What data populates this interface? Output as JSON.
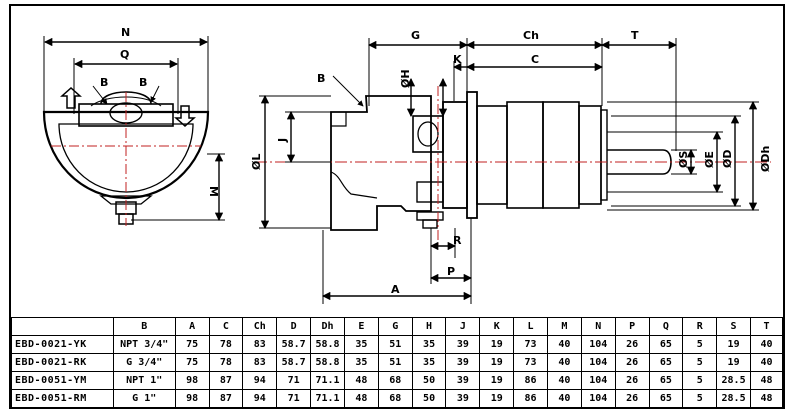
{
  "labels": {
    "N": "N",
    "Q": "Q",
    "B1": "B",
    "B2": "B",
    "B3": "B",
    "M": "M",
    "G": "G",
    "Ch": "Ch",
    "T": "T",
    "K": "K",
    "C": "C",
    "H": "ØH",
    "J": "J",
    "L": "ØL",
    "S": "ØS",
    "E": "ØE",
    "D": "ØD",
    "Dh": "ØDh",
    "R": "R",
    "P": "P",
    "A": "A"
  },
  "table": {
    "headers": [
      "",
      "B",
      "A",
      "C",
      "Ch",
      "D",
      "Dh",
      "E",
      "G",
      "H",
      "J",
      "K",
      "L",
      "M",
      "N",
      "P",
      "Q",
      "R",
      "S",
      "T"
    ],
    "rows": [
      [
        "EBD-0021-YK",
        "NPT 3/4\"",
        "75",
        "78",
        "83",
        "58.7",
        "58.8",
        "35",
        "51",
        "35",
        "39",
        "19",
        "73",
        "40",
        "104",
        "26",
        "65",
        "5",
        "19",
        "40"
      ],
      [
        "EBD-0021-RK",
        "G 3/4\"",
        "75",
        "78",
        "83",
        "58.7",
        "58.8",
        "35",
        "51",
        "35",
        "39",
        "19",
        "73",
        "40",
        "104",
        "26",
        "65",
        "5",
        "19",
        "40"
      ],
      [
        "EBD-0051-YM",
        "NPT 1\"",
        "98",
        "87",
        "94",
        "71",
        "71.1",
        "48",
        "68",
        "50",
        "39",
        "19",
        "86",
        "40",
        "104",
        "26",
        "65",
        "5",
        "28.5",
        "48"
      ],
      [
        "EBD-0051-RM",
        "G 1\"",
        "98",
        "87",
        "94",
        "71",
        "71.1",
        "48",
        "68",
        "50",
        "39",
        "19",
        "86",
        "40",
        "104",
        "26",
        "65",
        "5",
        "28.5",
        "48"
      ]
    ]
  }
}
